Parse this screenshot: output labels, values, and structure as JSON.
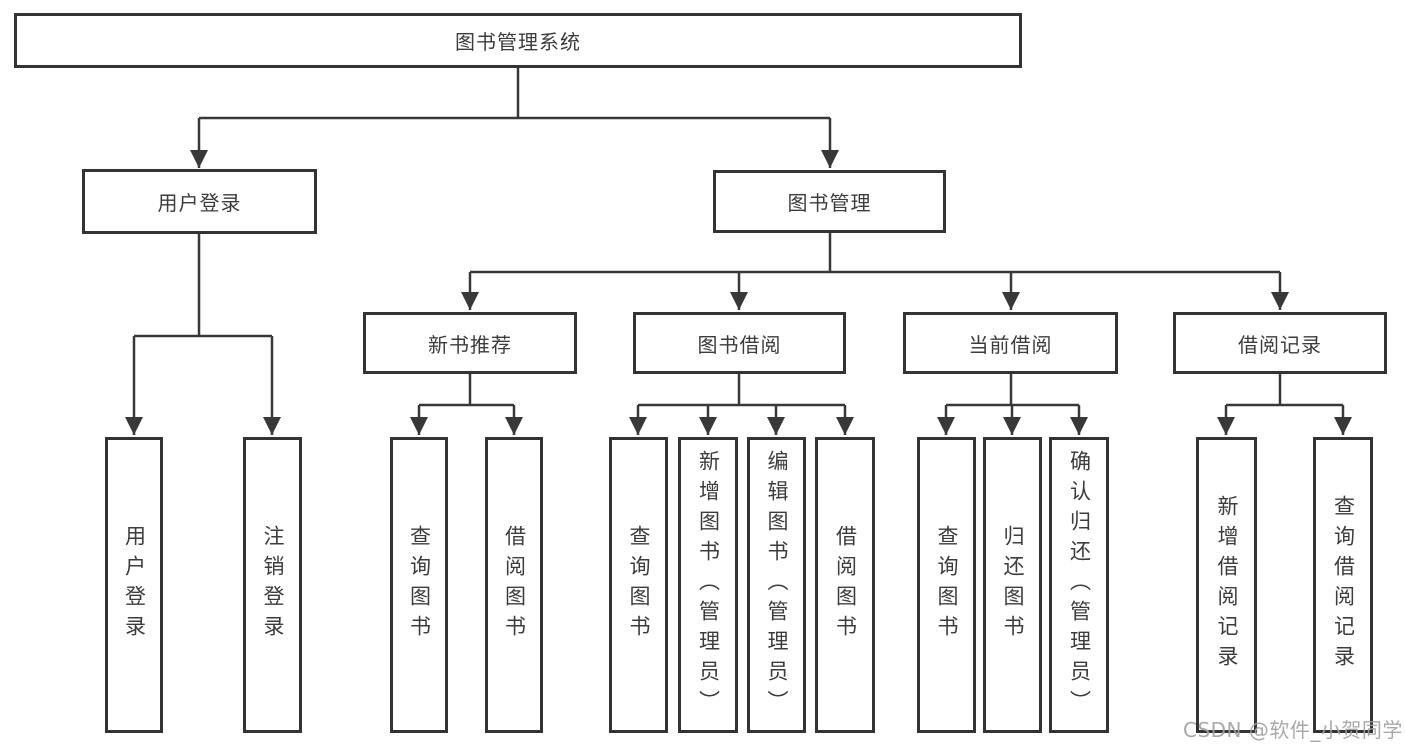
{
  "page": {
    "background_color": "#ffffff",
    "line_color": "#383838",
    "box_border_color": "#333333",
    "text_color": "#3c3c3c"
  },
  "watermark": {
    "text": "CSDN @软件_小贺同学",
    "color": "#a2a2a2"
  },
  "diagram": {
    "root": {
      "label": "图书管理系统"
    },
    "branches": [
      {
        "label": "用户登录",
        "leaves": [
          "用户登录",
          "注销登录"
        ]
      },
      {
        "label": "图书管理",
        "children": [
          {
            "label": "新书推荐",
            "leaves": [
              "查询图书",
              "借阅图书"
            ]
          },
          {
            "label": "图书借阅",
            "leaves": [
              "查询图书",
              "新增图书（管理员）",
              "编辑图书（管理员）",
              "借阅图书"
            ]
          },
          {
            "label": "当前借阅",
            "leaves": [
              "查询图书",
              "归还图书",
              "确认归还（管理员）"
            ]
          },
          {
            "label": "借阅记录",
            "leaves": [
              "新增借阅记录",
              "查询借阅记录"
            ]
          }
        ]
      }
    ]
  }
}
